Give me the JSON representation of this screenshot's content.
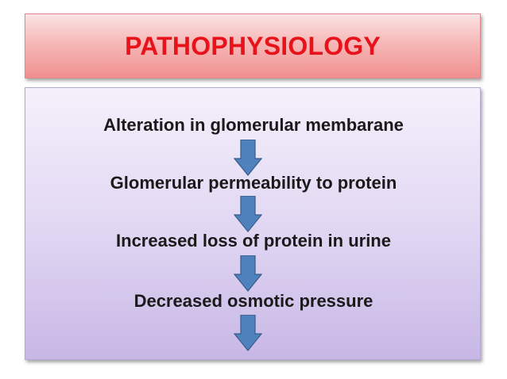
{
  "slide": {
    "title": "PATHOPHYSIOLOGY",
    "steps": [
      "Alteration in glomerular membarane",
      "Glomerular permeability to protein",
      "Increased loss of protein in urine",
      "Decreased osmotic pressure"
    ],
    "arrow_icon": "down-arrow-icon",
    "colors": {
      "title_text": "#e8131a",
      "arrow_fill": "#4f81bd",
      "arrow_stroke": "#385d8a"
    }
  }
}
